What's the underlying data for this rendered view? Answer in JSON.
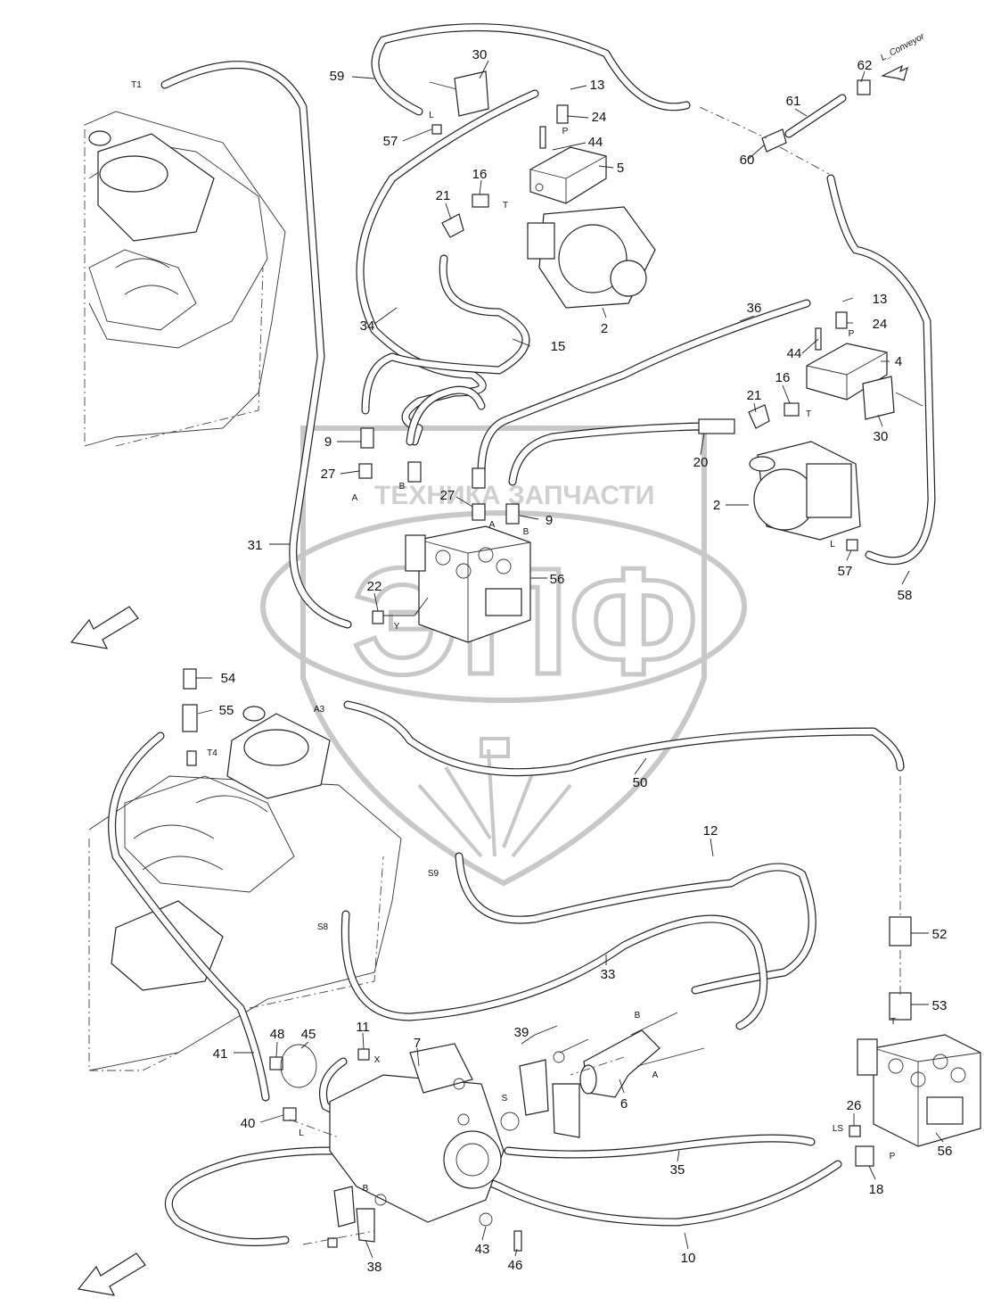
{
  "watermark": {
    "text": "ТЕХНИКА ЗАПЧАСТИ",
    "letters": "ЭПФ"
  },
  "conveyor_label": "L_Conveyor",
  "callouts": [
    {
      "id": "c30a",
      "text": "30"
    },
    {
      "id": "c59",
      "text": "59"
    },
    {
      "id": "c13a",
      "text": "13"
    },
    {
      "id": "c24a",
      "text": "24"
    },
    {
      "id": "c44a",
      "text": "44"
    },
    {
      "id": "c5",
      "text": "5"
    },
    {
      "id": "c57a",
      "text": "57"
    },
    {
      "id": "c16a",
      "text": "16"
    },
    {
      "id": "c21a",
      "text": "21"
    },
    {
      "id": "c62",
      "text": "62"
    },
    {
      "id": "c61",
      "text": "61"
    },
    {
      "id": "c60",
      "text": "60"
    },
    {
      "id": "c2a",
      "text": "2"
    },
    {
      "id": "c34",
      "text": "34"
    },
    {
      "id": "c15",
      "text": "15"
    },
    {
      "id": "c36",
      "text": "36"
    },
    {
      "id": "c13b",
      "text": "13"
    },
    {
      "id": "c24b",
      "text": "24"
    },
    {
      "id": "c44b",
      "text": "44"
    },
    {
      "id": "c4",
      "text": "4"
    },
    {
      "id": "c16b",
      "text": "16"
    },
    {
      "id": "c21b",
      "text": "21"
    },
    {
      "id": "c30b",
      "text": "30"
    },
    {
      "id": "c9a",
      "text": "9"
    },
    {
      "id": "c27a",
      "text": "27"
    },
    {
      "id": "c20",
      "text": "20"
    },
    {
      "id": "c27b",
      "text": "27"
    },
    {
      "id": "c9b",
      "text": "9"
    },
    {
      "id": "c2b",
      "text": "2"
    },
    {
      "id": "c31",
      "text": "31"
    },
    {
      "id": "c56a",
      "text": "56"
    },
    {
      "id": "c57b",
      "text": "57"
    },
    {
      "id": "c58",
      "text": "58"
    },
    {
      "id": "c22",
      "text": "22"
    },
    {
      "id": "c54",
      "text": "54"
    },
    {
      "id": "c55",
      "text": "55"
    },
    {
      "id": "c50",
      "text": "50"
    },
    {
      "id": "c12",
      "text": "12"
    },
    {
      "id": "c33",
      "text": "33"
    },
    {
      "id": "c52",
      "text": "52"
    },
    {
      "id": "c53",
      "text": "53"
    },
    {
      "id": "c41",
      "text": "41"
    },
    {
      "id": "c48",
      "text": "48"
    },
    {
      "id": "c45",
      "text": "45"
    },
    {
      "id": "c11",
      "text": "11"
    },
    {
      "id": "c7",
      "text": "7"
    },
    {
      "id": "c39",
      "text": "39"
    },
    {
      "id": "c40",
      "text": "40"
    },
    {
      "id": "c6",
      "text": "6"
    },
    {
      "id": "c26",
      "text": "26"
    },
    {
      "id": "c56b",
      "text": "56"
    },
    {
      "id": "c35",
      "text": "35"
    },
    {
      "id": "c18",
      "text": "18"
    },
    {
      "id": "c38",
      "text": "38"
    },
    {
      "id": "c43",
      "text": "43"
    },
    {
      "id": "c46",
      "text": "46"
    },
    {
      "id": "c10",
      "text": "10"
    }
  ],
  "port_labels": [
    {
      "id": "pT1",
      "text": "T1"
    },
    {
      "id": "pL1",
      "text": "L"
    },
    {
      "id": "pP1",
      "text": "P"
    },
    {
      "id": "pT2",
      "text": "T"
    },
    {
      "id": "pP2",
      "text": "P"
    },
    {
      "id": "pT3",
      "text": "T"
    },
    {
      "id": "pA1",
      "text": "A"
    },
    {
      "id": "pB1",
      "text": "B"
    },
    {
      "id": "pA2",
      "text": "A"
    },
    {
      "id": "pB2",
      "text": "B"
    },
    {
      "id": "pL2",
      "text": "L"
    },
    {
      "id": "pY",
      "text": "Y"
    },
    {
      "id": "pA3",
      "text": "A3"
    },
    {
      "id": "pT4",
      "text": "T4"
    },
    {
      "id": "pS9",
      "text": "S9"
    },
    {
      "id": "pS8",
      "text": "S8"
    },
    {
      "id": "pB3",
      "text": "B"
    },
    {
      "id": "pA4",
      "text": "A"
    },
    {
      "id": "pX",
      "text": "X"
    },
    {
      "id": "pS",
      "text": "S"
    },
    {
      "id": "pT5",
      "text": "T"
    },
    {
      "id": "pLS",
      "text": "LS"
    },
    {
      "id": "pP3",
      "text": "P"
    },
    {
      "id": "pL3",
      "text": "L"
    },
    {
      "id": "pB4",
      "text": "B"
    }
  ]
}
